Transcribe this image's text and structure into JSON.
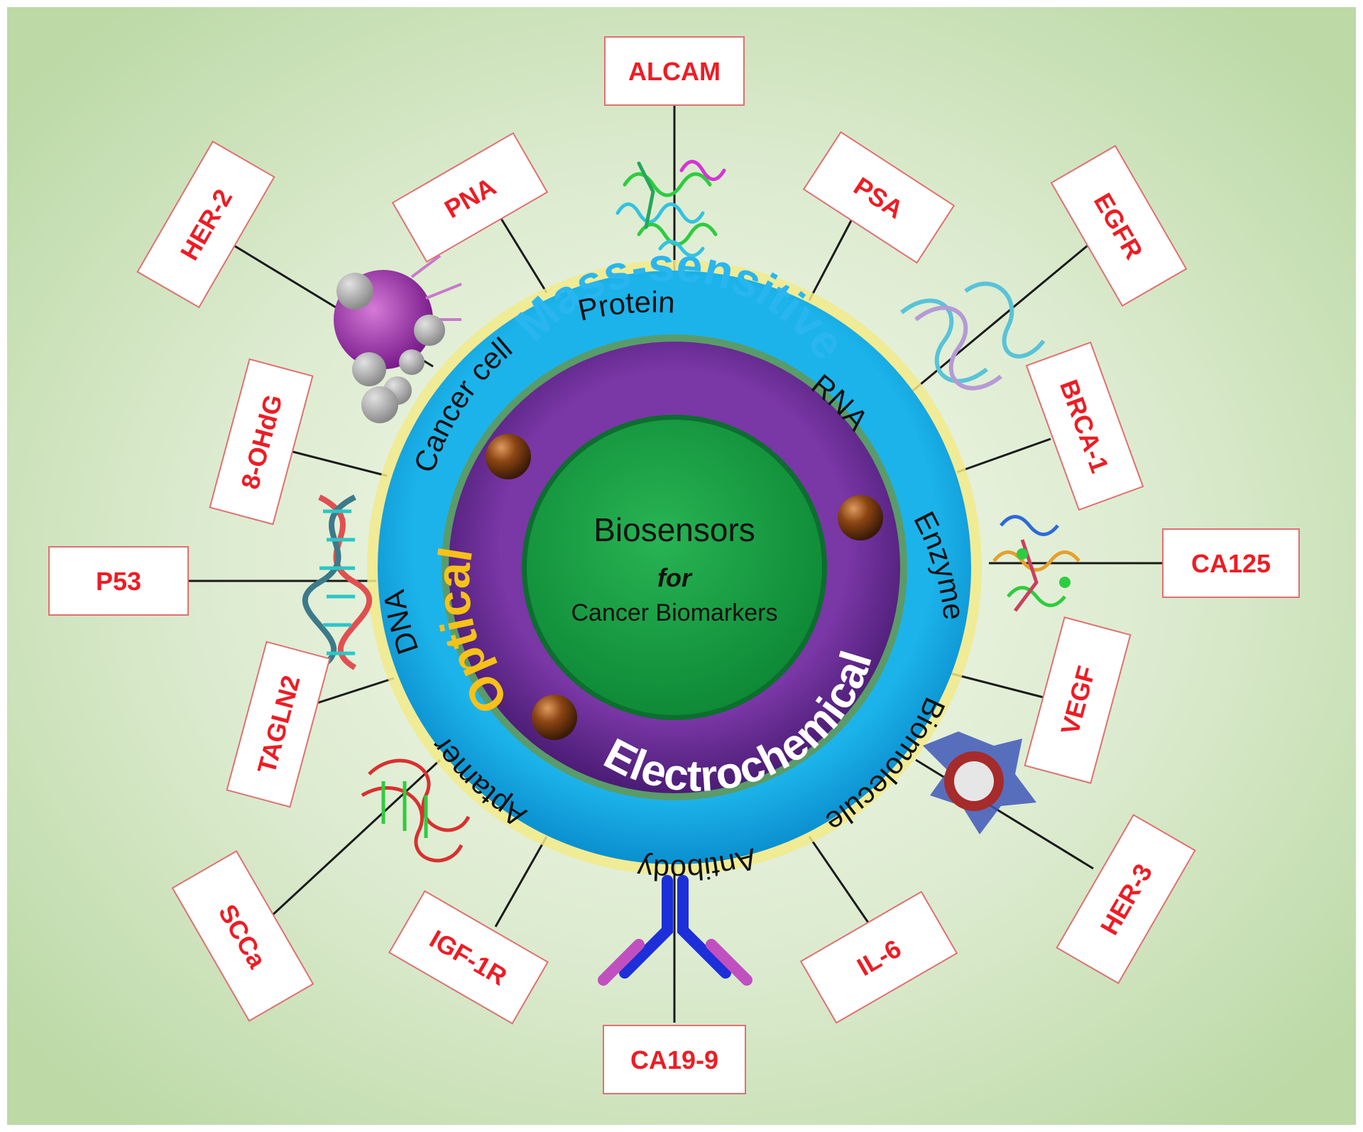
{
  "center": {
    "line1": "Biosensors",
    "line2": "for",
    "line3": "Cancer Biomarkers"
  },
  "transducers": [
    "Mass-sensitive",
    "Electrochemical",
    "Optical"
  ],
  "recognition_elements": [
    "Protein",
    "RNA",
    "Enzyme",
    "Biomolecule",
    "Antibody",
    "Aptamer",
    "DNA",
    "Cancer cell"
  ],
  "biomarkers": [
    "ALCAM",
    "PSA",
    "EGFR",
    "BRCA-1",
    "CA125",
    "VEGF",
    "HER-3",
    "IL-6",
    "CA19-9",
    "IGF-1R",
    "SCCa",
    "TAGLN2",
    "P53",
    "8-OHdG",
    "HER-2",
    "PNA"
  ],
  "colors": {
    "background": "#d2e7c2",
    "outer_ring": "#1aaee6",
    "middle_ring": "#6a2b95",
    "core": "#1ea84a",
    "biomarker_text": "#ee1c24",
    "mass_sensitive_text": "#29b6f0",
    "electrochemical_text": "#ffffff",
    "optical_text": "#f7c118"
  }
}
